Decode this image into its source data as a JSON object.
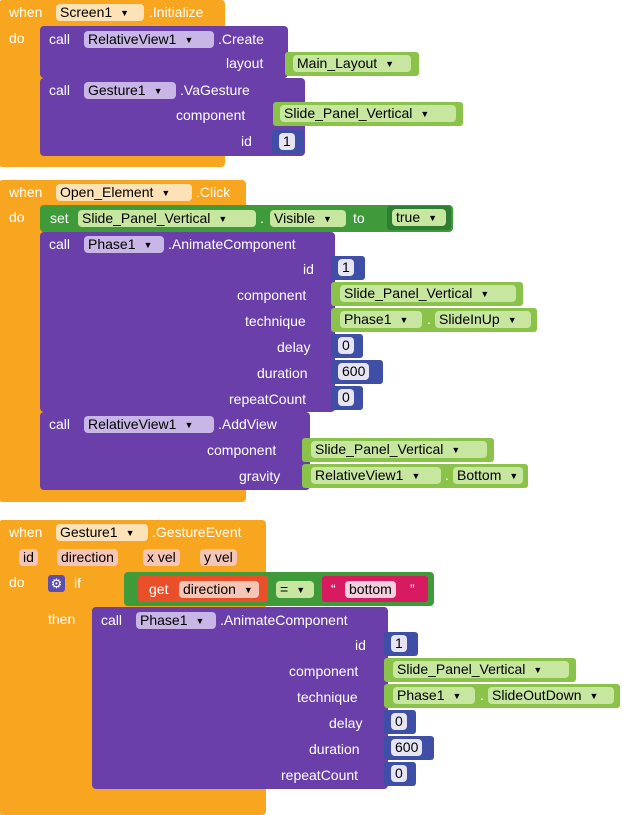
{
  "kw": {
    "when": "when",
    "do": "do",
    "call": "call",
    "set": "set",
    "to": "to",
    "if": "if",
    "then": "then",
    "get": "get"
  },
  "block1": {
    "component": "Screen1",
    "event": ".Initialize",
    "call1": {
      "component": "RelativeView1",
      "method": ".Create",
      "param": "layout",
      "value": "Main_Layout"
    },
    "call2": {
      "component": "Gesture1",
      "method": ".VaGesture",
      "param1": "component",
      "value1": "Slide_Panel_Vertical",
      "param2": "id",
      "value2": "1"
    }
  },
  "block2": {
    "component": "Open_Element",
    "event": ".Click",
    "set": {
      "component": "Slide_Panel_Vertical",
      "dot": ".",
      "property": "Visible",
      "value": "true"
    },
    "call1": {
      "component": "Phase1",
      "method": ".AnimateComponent",
      "params": [
        "id",
        "component",
        "technique",
        "delay",
        "duration",
        "repeatCount"
      ],
      "id": "1",
      "comp": "Slide_Panel_Vertical",
      "tech_comp": "Phase1",
      "tech_dot": ".",
      "tech_value": "SlideInUp",
      "delay": "0",
      "duration": "600",
      "repeat": "0"
    },
    "call2": {
      "component": "RelativeView1",
      "method": ".AddView",
      "param1": "component",
      "value1": "Slide_Panel_Vertical",
      "param2": "gravity",
      "grav_comp": "RelativeView1",
      "grav_dot": ".",
      "grav_value": "Bottom"
    }
  },
  "block3": {
    "component": "Gesture1",
    "event": ".GestureEvent",
    "event_params": [
      "id",
      "direction",
      "x vel",
      "y vel"
    ],
    "if": {
      "var": "direction",
      "op": "=",
      "quote_open": "“",
      "string": "bottom",
      "quote_close": "”"
    },
    "call": {
      "component": "Phase1",
      "method": ".AnimateComponent",
      "params": [
        "id",
        "component",
        "technique",
        "delay",
        "duration",
        "repeatCount"
      ],
      "id": "1",
      "comp": "Slide_Panel_Vertical",
      "tech_comp": "Phase1",
      "tech_dot": ".",
      "tech_value": "SlideOutDown",
      "delay": "0",
      "duration": "600",
      "repeat": "0"
    }
  },
  "colors": {
    "event": "#f8a51f",
    "procedure": "#6a3fa9",
    "setter": "#3f9b3a",
    "component_socket": "#8bc34a",
    "number_socket": "#3f4fa6",
    "text_socket": "#d81b60",
    "getter": "#e9502a"
  }
}
